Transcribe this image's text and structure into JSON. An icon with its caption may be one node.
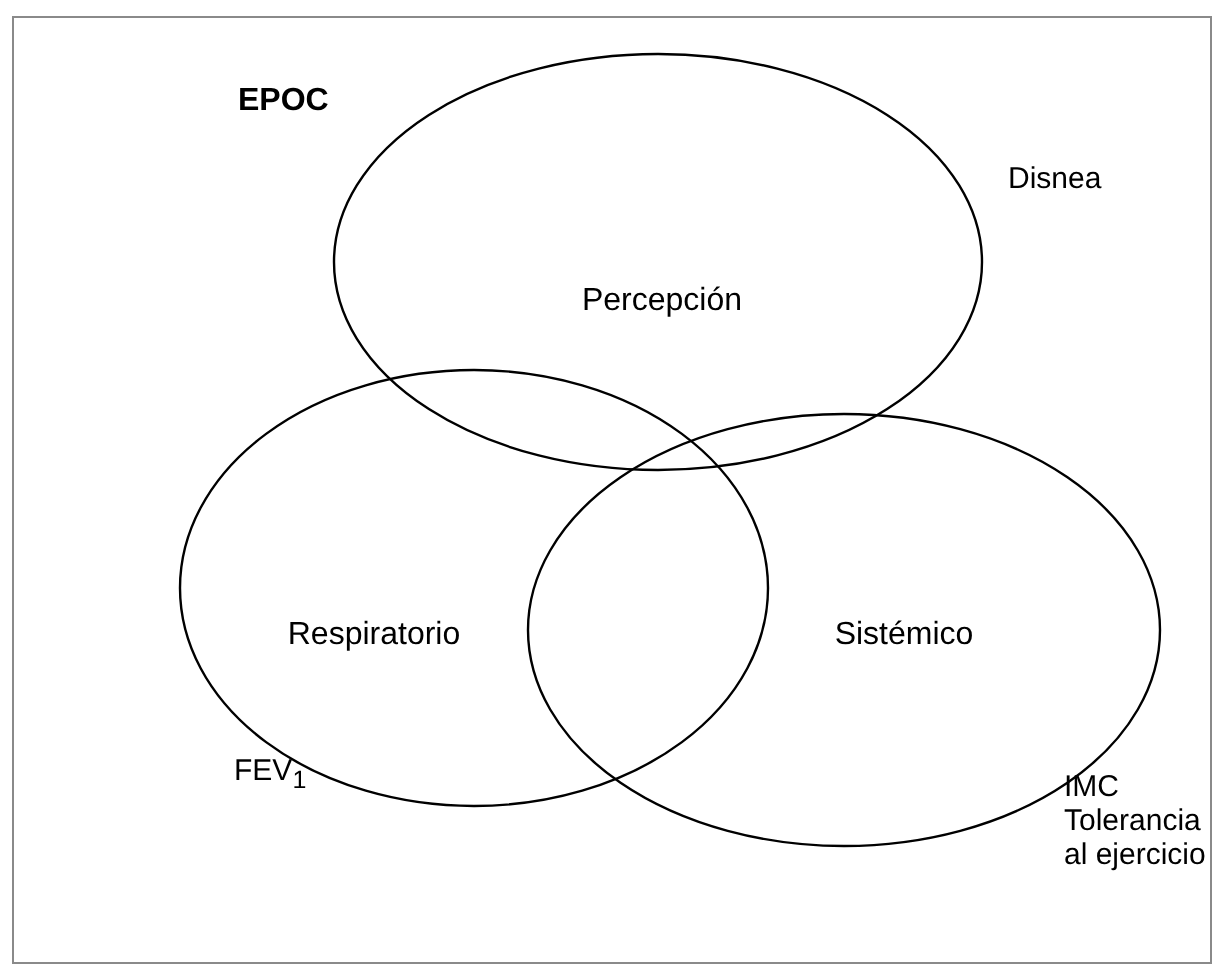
{
  "diagram": {
    "title": "EPOC",
    "nodes": [
      {
        "text": [
          "Percepción"
        ],
        "beside": [
          "Disnea"
        ]
      },
      {
        "text": [
          "Respiratorio"
        ],
        "beside": [
          "FEV$_{1}$"
        ]
      },
      {
        "text": [
          "Sistémico"
        ],
        "beside": [
          "IMC",
          "Tolerancia al ejercicio"
        ]
      }
    ]
  }
}
